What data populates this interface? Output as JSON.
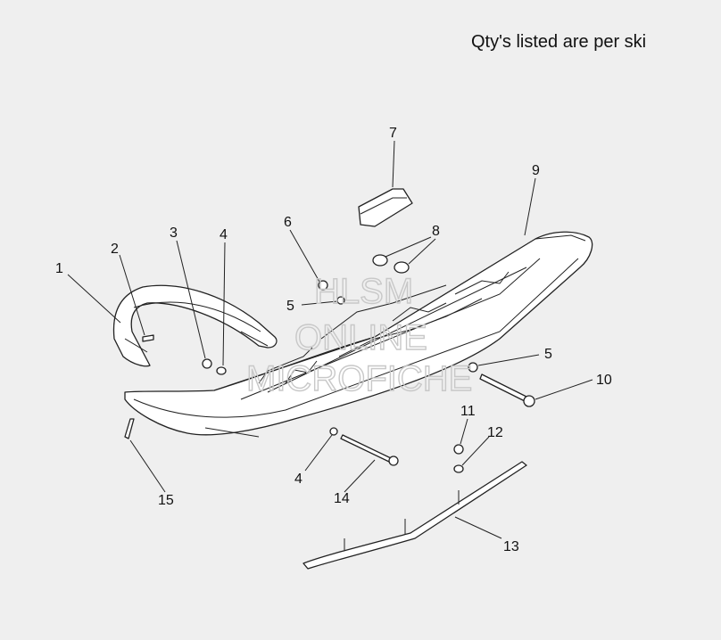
{
  "header": {
    "note": "Qty's listed are per ski"
  },
  "watermark": {
    "line1": "HLSM",
    "line2": "ONLINE",
    "line3": "MICROFICHE",
    "color": "#c8c8c8"
  },
  "callouts": {
    "c1": "1",
    "c2": "2",
    "c3": "3",
    "c4a": "4",
    "c4b": "4",
    "c5a": "5",
    "c5b": "5",
    "c6": "6",
    "c7": "7",
    "c8": "8",
    "c9": "9",
    "c10": "10",
    "c11": "11",
    "c12": "12",
    "c13": "13",
    "c14": "14",
    "c15": "15"
  },
  "parts": [
    {
      "ref": "1",
      "icon": "handle-grip-icon"
    },
    {
      "ref": "2",
      "icon": "rivet-icon"
    },
    {
      "ref": "3",
      "icon": "nut-icon"
    },
    {
      "ref": "4",
      "icon": "washer-icon"
    },
    {
      "ref": "5",
      "icon": "washer-icon"
    },
    {
      "ref": "6",
      "icon": "nut-icon"
    },
    {
      "ref": "7",
      "icon": "wear-block-icon"
    },
    {
      "ref": "8",
      "icon": "bushing-icon"
    },
    {
      "ref": "9",
      "icon": "ski-icon"
    },
    {
      "ref": "10",
      "icon": "bolt-icon"
    },
    {
      "ref": "11",
      "icon": "nut-icon"
    },
    {
      "ref": "12",
      "icon": "washer-icon"
    },
    {
      "ref": "13",
      "icon": "carbide-runner-icon"
    },
    {
      "ref": "14",
      "icon": "bolt-icon"
    },
    {
      "ref": "15",
      "icon": "screw-icon"
    }
  ]
}
